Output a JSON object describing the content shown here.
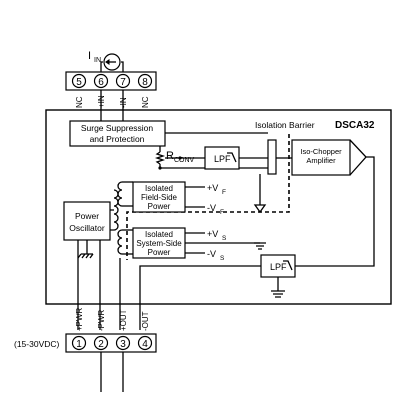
{
  "source_label": "I",
  "source_label_sub": "IN",
  "top_terminals": [
    {
      "num": "5",
      "pin": "NC"
    },
    {
      "num": "6",
      "pin": "+IN"
    },
    {
      "num": "7",
      "pin": "-IN"
    },
    {
      "num": "8",
      "pin": "NC"
    }
  ],
  "bottom_terminals": [
    {
      "num": "1",
      "pin": "+PWR"
    },
    {
      "num": "2",
      "pin": "-PWR"
    },
    {
      "num": "3",
      "pin": "+OUT"
    },
    {
      "num": "4",
      "pin": "-OUT"
    }
  ],
  "model": "DSCA32",
  "isolation_barrier": "Isolation Barrier",
  "surge_line1": "Surge Suppression",
  "surge_line2": "and Protection",
  "rconv": "R",
  "rconv_sub": "CONV",
  "lpf_label": "LPF",
  "amp_line1": "Iso-Chopper",
  "amp_line2": "Amplifier",
  "field_power": [
    "Isolated",
    "Field-Side",
    "Power"
  ],
  "field_vplus": "+V",
  "field_vplus_sub": "F",
  "field_vminus": "-V",
  "field_vminus_sub": "F",
  "system_power": [
    "Isolated",
    "System-Side",
    "Power"
  ],
  "sys_vplus": "+V",
  "sys_vplus_sub": "S",
  "sys_vminus": "-V",
  "sys_vminus_sub": "S",
  "osc_line1": "Power",
  "osc_line2": "Oscillator",
  "supply_range": "(15-30VDC)"
}
